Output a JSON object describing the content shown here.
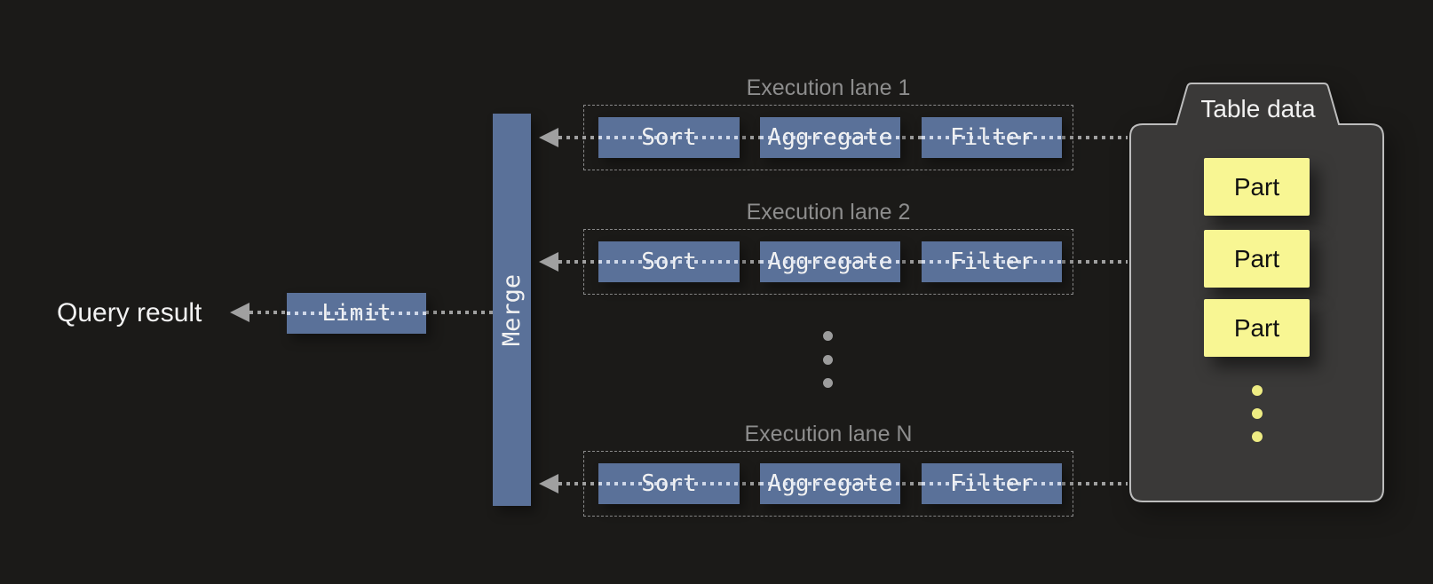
{
  "result": {
    "label": "Query result"
  },
  "limit": {
    "label": "Limit"
  },
  "merge": {
    "label": "Merge"
  },
  "lanes": [
    {
      "title": "Execution lane 1",
      "operators": [
        "Sort",
        "Aggregate",
        "Filter"
      ]
    },
    {
      "title": "Execution lane 2",
      "operators": [
        "Sort",
        "Aggregate",
        "Filter"
      ]
    },
    {
      "title": "Execution lane N",
      "operators": [
        "Sort",
        "Aggregate",
        "Filter"
      ]
    }
  ],
  "lane_ellipsis_dot_count": 3,
  "table": {
    "title": "Table data",
    "parts": [
      "Part",
      "Part",
      "Part"
    ],
    "part_ellipsis_dot_count": 3
  },
  "colors": {
    "background": "#1b1a18",
    "operator_blue": "#5a7199",
    "part_yellow": "#f8f693",
    "container_fill": "#3a3938",
    "container_border": "#bdbdbd",
    "line_gray": "#a0a0a0",
    "muted_text": "#8d8d8d",
    "text_white": "#f2f2f2",
    "dot_yellow": "#eeec83",
    "dot_gray": "#9c9c9c"
  }
}
